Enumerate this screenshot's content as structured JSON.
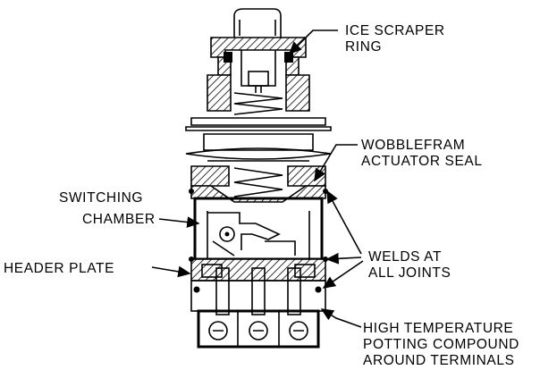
{
  "diagram": {
    "labels": {
      "ice_scraper_ring": [
        "ICE SCRAPER",
        "RING"
      ],
      "wobblefram_actuator_seal": [
        "WOBBLEFRAM",
        "ACTUATOR SEAL"
      ],
      "switching_chamber": [
        "SWITCHING",
        "CHAMBER"
      ],
      "header_plate": [
        "HEADER PLATE"
      ],
      "welds_at_all_joints": [
        "WELDS AT",
        "ALL JOINTS"
      ],
      "high_temperature_potting": [
        "HIGH TEMPERATURE",
        "POTTING COMPOUND",
        "AROUND TERMINALS"
      ]
    }
  }
}
